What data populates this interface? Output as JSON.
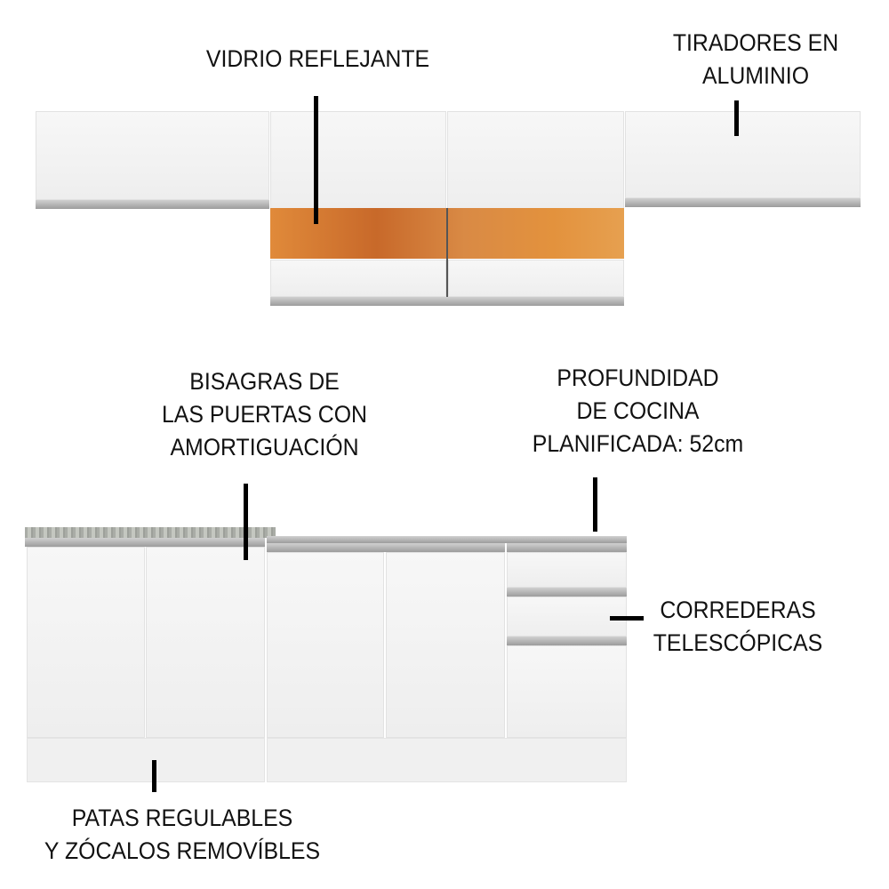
{
  "labels": {
    "glass": "VIDRIO REFLEJANTE",
    "handles": [
      "TIRADORES EN",
      "ALUMINIO"
    ],
    "hinges": [
      "BISAGRAS DE",
      "LAS PUERTAS CON",
      "AMORTIGUACIÓN"
    ],
    "depth": [
      "PROFUNDIDAD",
      "DE COCINA",
      "PLANIFICADA: 52cm"
    ],
    "slides": [
      "CORREDERAS",
      "TELESCÓPICAS"
    ],
    "feet": [
      "PATAS REGULABLES",
      "Y ZÓCALOS REMOVÍBLES"
    ]
  },
  "colors": {
    "glass": "#d8782f",
    "cabinet": "#f4f4f4",
    "handle": "#a8a8a8"
  }
}
